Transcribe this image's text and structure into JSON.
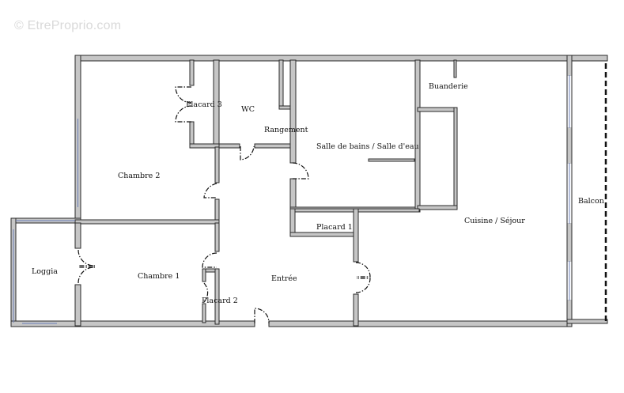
{
  "watermark": "© EtreProprio.com",
  "rooms": {
    "chambre2": "Chambre 2",
    "placard3": "Placard 3",
    "wc": "WC",
    "rangement": "Rangement",
    "sdb": "Salle de bains / Salle d'eau",
    "buanderie": "Buanderie",
    "balcon": "Balcon",
    "cuisine": "Cuisine / Séjour",
    "placard1": "Placard 1",
    "loggia": "Loggia",
    "chambre1": "Chambre 1",
    "entree": "Entrée",
    "placard2": "Placard 2"
  },
  "colors": {
    "wall_fill": "#c6c6c6",
    "wall_stroke": "#2a2a2a",
    "window": "#6b7fb8",
    "door": "#111111"
  }
}
